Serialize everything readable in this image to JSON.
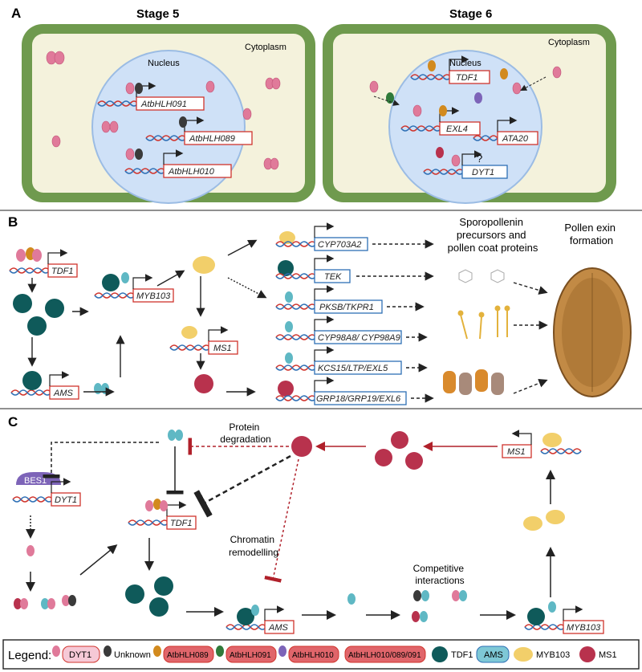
{
  "panels": {
    "a": {
      "letter": "A",
      "stage5_title": "Stage 5",
      "stage6_title": "Stage 6",
      "cytoplasm_label": "Cytoplasm",
      "nucleus_label": "Nucleus",
      "stage5_genes": [
        "AtbHLH091",
        "AtbHLH089",
        "AtbHLH010"
      ],
      "stage6_genes": [
        "TDF1",
        "EXL4",
        "ATA20",
        "DYT1"
      ],
      "question_mark": "?"
    },
    "b": {
      "letter": "B",
      "left_genes": [
        "TDF1",
        "MYB103",
        "MS1",
        "AMS"
      ],
      "target_genes": [
        "CYP703A2",
        "TEK",
        "PKSB/TKPR1",
        "CYP98A8/ CYP98A9",
        "KCS15/LTP/EXL5",
        "GRP18/GRP19/EXL6"
      ],
      "sporo_label": "Sporopollenin precursors and pollen coat proteins",
      "sporo_lines": [
        "Sporopollenin",
        "precursors and",
        "pollen coat proteins"
      ],
      "exine_lines": [
        "Pollen exin",
        "formation"
      ]
    },
    "c": {
      "letter": "C",
      "bes1": "BES1",
      "genes": [
        "DYT1",
        "TDF1",
        "MS1",
        "AMS",
        "MYB103"
      ],
      "protein_degradation": [
        "Protein",
        "degradation"
      ],
      "chromatin_remodelling": [
        "Chromatin",
        "remodelling"
      ],
      "competitive_interactions": [
        "Competitive",
        "interactions"
      ]
    }
  },
  "legend": {
    "title": "Legend:",
    "items": [
      {
        "label": "DYT1",
        "color": "#f6c9d6",
        "border": "#d0342c"
      },
      {
        "label": "Unknown",
        "color": "#3a3a3a"
      },
      {
        "label": "AtbHLH089",
        "color": "#e0656a",
        "border": "#d0342c"
      },
      {
        "label": "AtbHLH091",
        "color": "#e0656a",
        "border": "#d0342c"
      },
      {
        "label": "AtbHLH010",
        "color": "#e0656a",
        "border": "#d0342c"
      },
      {
        "label": "AtbHLH010/089/091",
        "color": "#e0656a",
        "border": "#d0342c"
      },
      {
        "label": "TDF1",
        "color": "#0f5a5a"
      },
      {
        "label": "AMS",
        "color": "#7ec8d6",
        "border": "#2e6fb5"
      },
      {
        "label": "MYB103",
        "color": "#f2cf6a"
      },
      {
        "label": "MS1",
        "color": "#b8324d"
      }
    ]
  },
  "colors": {
    "cell_wall": "#6f9a4e",
    "cytoplasm": "#f4f2dc",
    "nucleus": "#cfe1f7",
    "dyt1": "#e07a9a",
    "tdf1": "#0f5a5a",
    "myb103": "#f2cf6a",
    "ms1": "#b8324d",
    "ams": "#5fb8c4"
  }
}
